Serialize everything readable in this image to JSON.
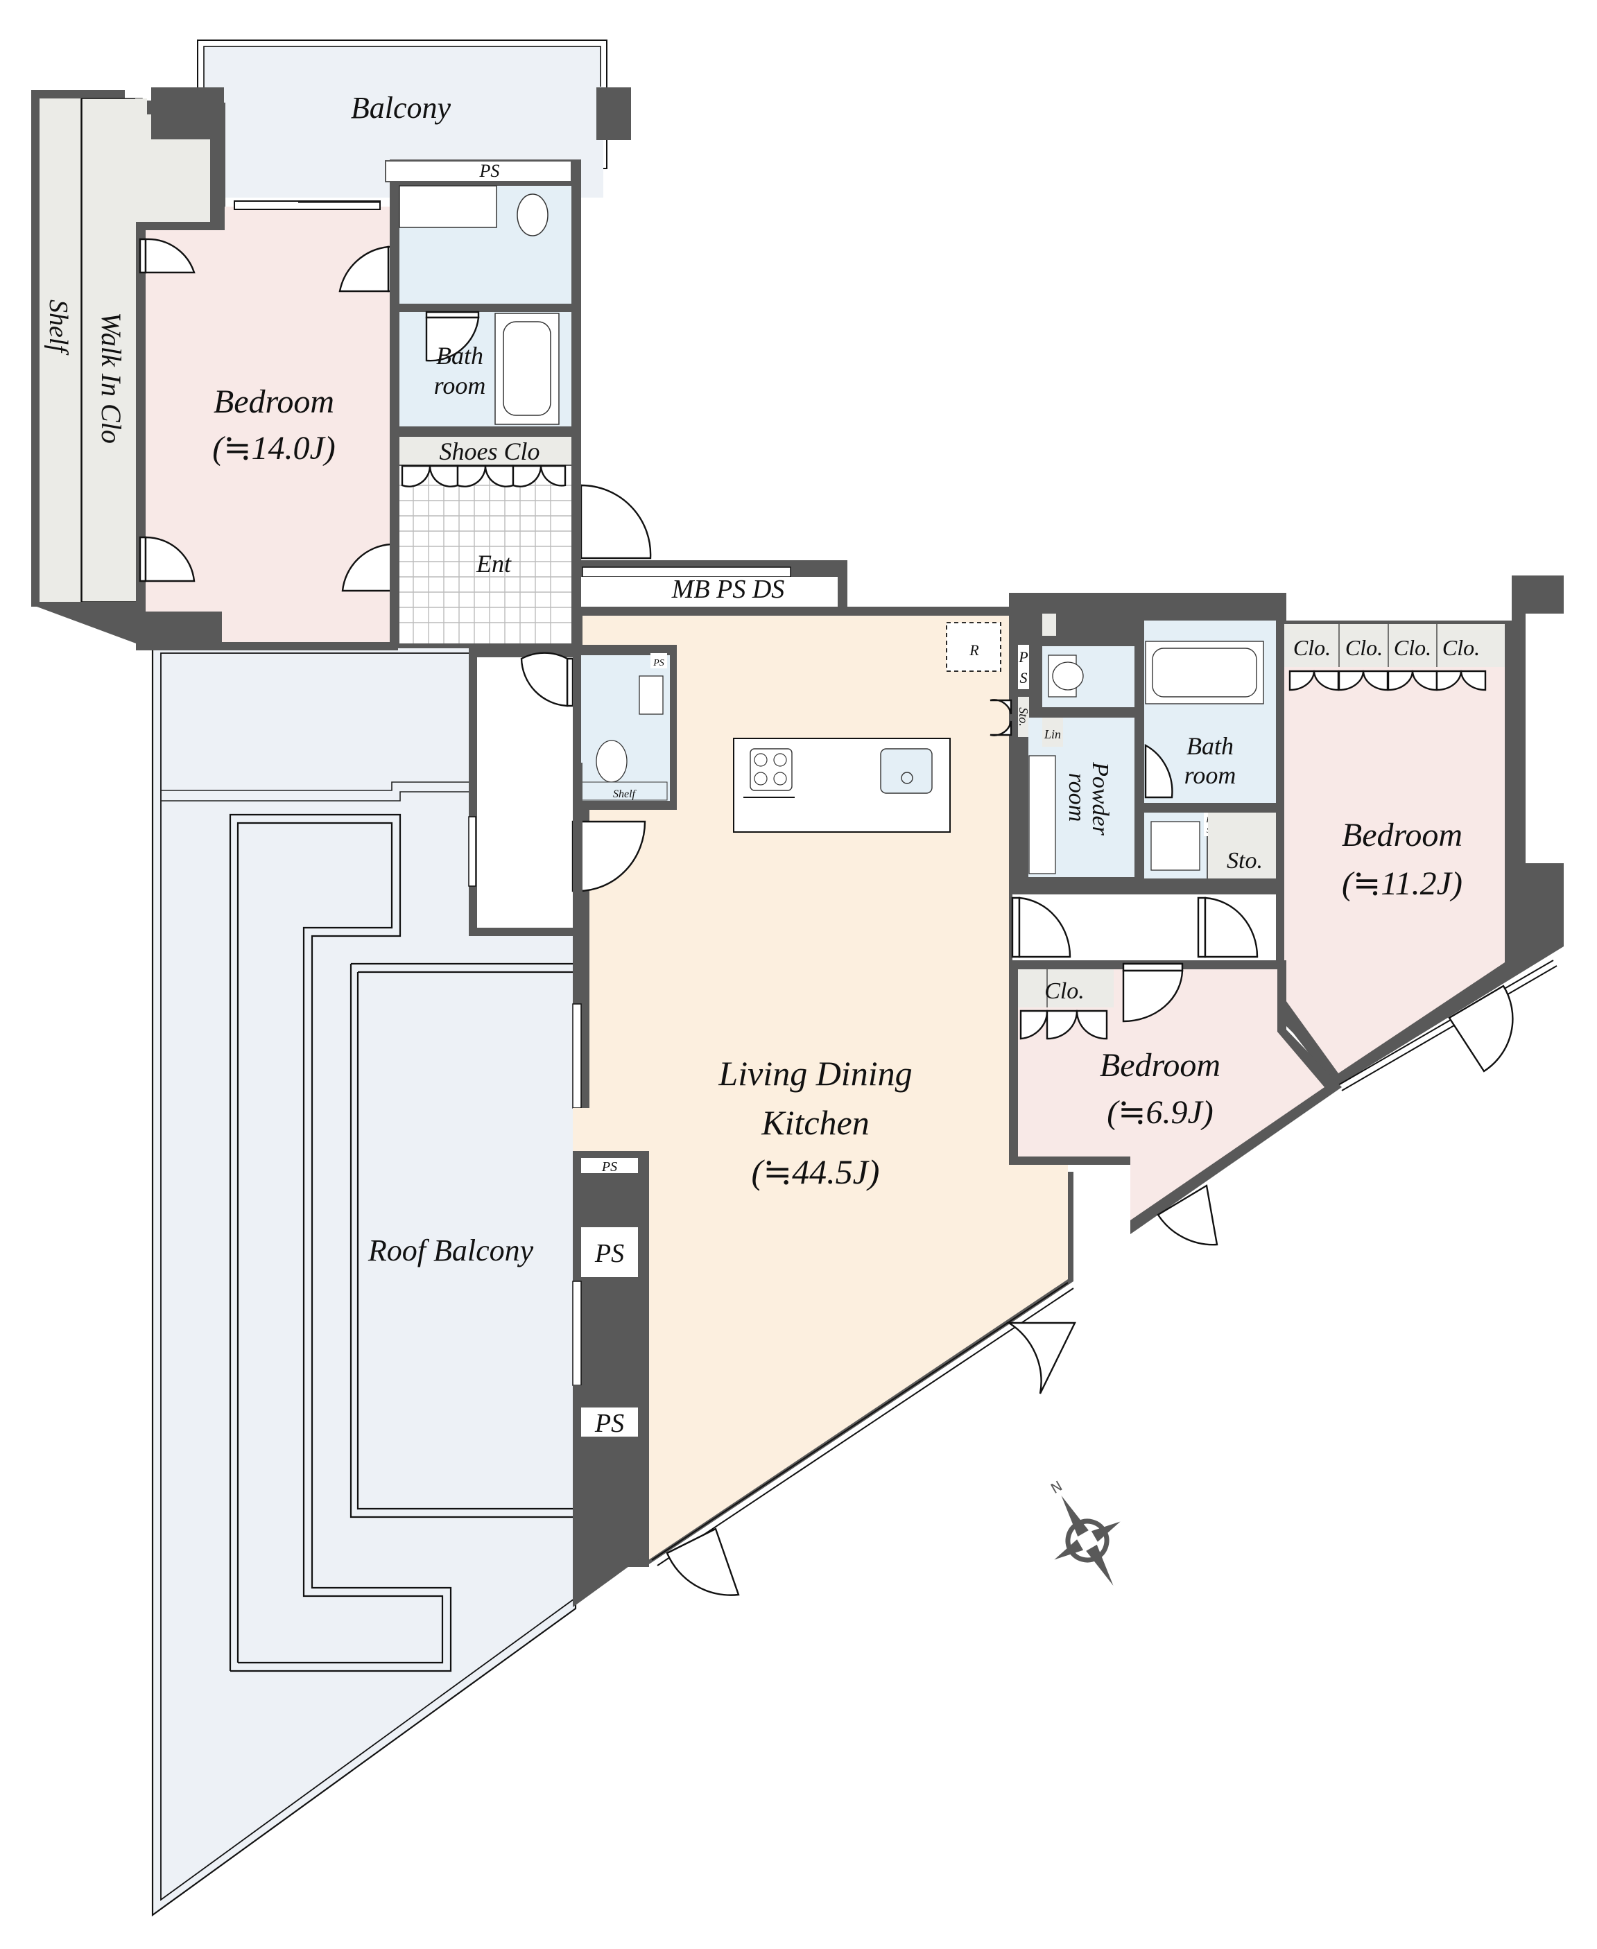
{
  "colors": {
    "wall": "#595959",
    "bedroom": "#f8e9e7",
    "ldk": "#fcefdf",
    "wet": "#e4eff6",
    "balcony": "#edf1f6",
    "storage": "#ebebe7",
    "corridor": "#ffffff"
  },
  "rooms": {
    "balcony": "Balcony",
    "ps_top": "PS",
    "bath_left_1": "Bath",
    "bath_left_2": "room",
    "shoes_clo": "Shoes Clo",
    "entrance": "Ent",
    "mb_ps_ds": "MB PS DS",
    "walk_in_clo": "Walk In Clo",
    "shelf_wic": "Shelf",
    "bedroom_main_name": "Bedroom",
    "bedroom_main_size": "(≒14.0J)",
    "toilet_ps": "PS",
    "toilet_shelf": "Shelf",
    "refrigerator": "R",
    "ldk_line1": "Living Dining",
    "ldk_line2": "Kitchen",
    "ldk_size": "(≒44.5J)",
    "roof_balcony": "Roof Balcony",
    "ps_small": "PS",
    "ps_mid": "PS",
    "ps_bottom": "PS",
    "ps_vertical_p": "P",
    "ps_vertical_s": "S",
    "sto_small": "Sto.",
    "lin": "Lin",
    "powder_1": "Powder",
    "powder_2": "room",
    "bath_right_1": "Bath",
    "bath_right_2": "room",
    "ps_tiny_p": "P",
    "ps_tiny_s": "S",
    "sto_right": "Sto.",
    "clo_1": "Clo.",
    "clo_2": "Clo.",
    "clo_3": "Clo.",
    "clo_4": "Clo.",
    "bedroom_right_name": "Bedroom",
    "bedroom_right_size": "(≒11.2J)",
    "clo_small": "Clo.",
    "bedroom_small_name": "Bedroom",
    "bedroom_small_size": "(≒6.9J)"
  },
  "compass": {
    "north_label": "N",
    "icon": "compass-rose-icon"
  }
}
